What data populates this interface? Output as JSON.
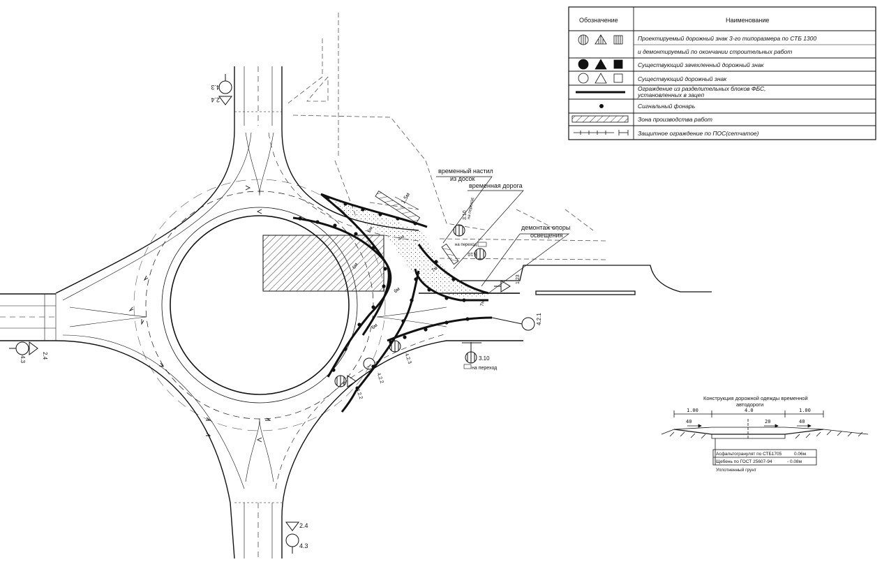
{
  "legend": {
    "headers": {
      "symbol": "Обозначение",
      "name": "Наименование"
    },
    "rows": [
      "Проектируемый дорожный знак 3-го типоразмера по СТБ 1300",
      "и демонтируемый по окончании строительных работ",
      "Существующий зачехленный  дорожный знак",
      "Существующий дорожный знак",
      "Ограждение из разделительных блоков ФБС,",
      "установленных в зацеп",
      "Сигнальный фонарь",
      "Зона производства работ",
      "Защитное ограждение по ПОС(сетчатое)"
    ]
  },
  "callouts": {
    "temp_deck_1": "временный настил",
    "temp_deck_2": "из досок",
    "temp_road": "временная дорога",
    "dismantle_1": "демонтаж опоры",
    "dismantle_2": "освещения"
  },
  "sign_codes": {
    "s_43": "4.3",
    "s_24": "2.4",
    "s_310": "3.10",
    "s_123": "1.23",
    "s_421": "4.2.1",
    "s_422": "4.2.2",
    "s_423": "4.2.3",
    "plate_perekhod": "на переход"
  },
  "dims": {
    "d15": "1,5м",
    "d6": "6м",
    "d7": "7м",
    "d4": "4м"
  },
  "section": {
    "title_1": "Конструкция дорожной одежды временной",
    "title_2": "автодороги",
    "dim_left": "1.00",
    "dim_mid": "4.0",
    "dim_right": "1.00",
    "slope_left": "40",
    "slope_mid": "20",
    "slope_right": "40",
    "layer_1": "Асфальтогранулят  по СТБ1705",
    "layer_1_thk": "0.06м",
    "layer_2": "Щебень по ГОСТ 25607-94",
    "layer_2_thk": "- 0.08м",
    "layer_3": "Уплотненный грунт"
  },
  "colors": {
    "ink": "#111111",
    "hatch": "#333333",
    "dash": "#555555"
  }
}
